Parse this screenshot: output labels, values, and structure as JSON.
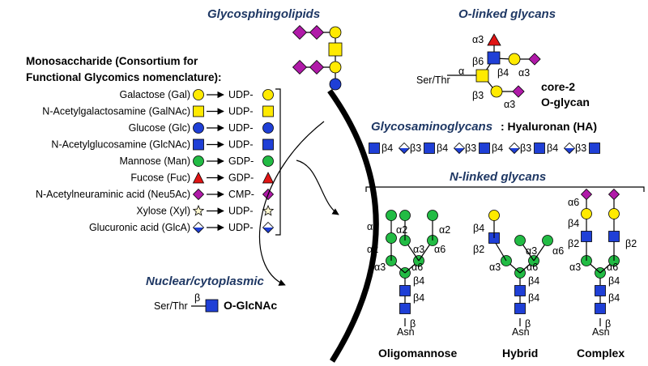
{
  "headers": {
    "glycosphingolipids": "Glycosphingolipids",
    "olinked": "O-linked glycans",
    "glycosaminoglycans": "Glycosaminoglycans",
    "hyaluronan": ": Hyaluronan (HA)",
    "nlinked": "N-linked glycans",
    "nuclear": "Nuclear/cytoplasmic"
  },
  "legend": {
    "title_line1": "Monosaccharide (Consortium for",
    "title_line2": "Functional Glycomics nomenclature):",
    "items": [
      {
        "name": "Galactose (Gal)",
        "nucleotide": "UDP-",
        "icon": "yellow-circle"
      },
      {
        "name": "N-Acetylgalactosamine (GalNAc)",
        "nucleotide": "UDP-",
        "icon": "yellow-square"
      },
      {
        "name": "Glucose (Glc)",
        "nucleotide": "UDP-",
        "icon": "blue-circle"
      },
      {
        "name": "N-Acetylglucosamine (GlcNAc)",
        "nucleotide": "UDP-",
        "icon": "blue-square"
      },
      {
        "name": "Mannose (Man)",
        "nucleotide": "GDP-",
        "icon": "green-circle"
      },
      {
        "name": "Fucose (Fuc)",
        "nucleotide": "GDP-",
        "icon": "red-triangle"
      },
      {
        "name": "N-Acetylneuraminic acid (Neu5Ac)",
        "nucleotide": "CMP-",
        "icon": "purple-diamond"
      },
      {
        "name": "Xylose (Xyl)",
        "nucleotide": "UDP-",
        "icon": "star"
      },
      {
        "name": "Glucuronic acid (GlcA)",
        "nucleotide": "UDP-",
        "icon": "half-diamond"
      }
    ]
  },
  "oglycan": {
    "ser_thr": "Ser/Thr",
    "alpha": "α",
    "b6": "β6",
    "b3": "β3",
    "b4": "β4",
    "a3_top": "α3",
    "a3_right": "α3",
    "a3_bottom": "α3",
    "core_line1": "core-2",
    "core_line2": "O-glycan"
  },
  "ha": {
    "b4": "β4",
    "b3": "β3"
  },
  "nlinked": {
    "oligomannose": "Oligomannose",
    "hybrid": "Hybrid",
    "complex": "Complex",
    "asn": "Asn",
    "a2": "α2",
    "a3": "α3",
    "a6": "α6",
    "b2": "β2",
    "b4": "β4",
    "beta": "β"
  },
  "nuclear": {
    "ser_thr": "Ser/Thr",
    "beta": "β",
    "olcnac": "O-GlcNAc"
  },
  "colors": {
    "yellow": "#ffea00",
    "blue": "#1f3fd6",
    "green": "#22bb44",
    "red": "#e01414",
    "purple": "#b01aa8",
    "header": "#1f3864"
  }
}
